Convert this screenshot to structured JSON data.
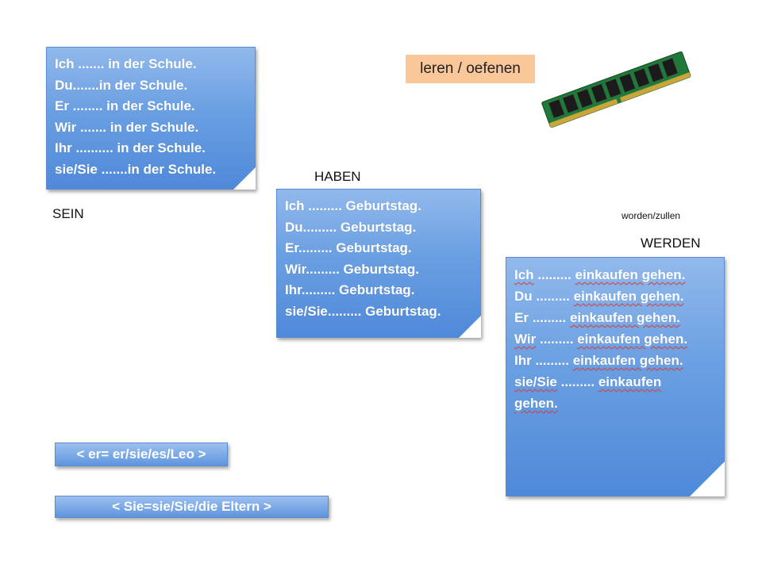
{
  "sein": {
    "heading": "SEIN",
    "lines": [
      "Ich ....... in der Schule.",
      "Du.......in der  Schule.",
      "Er ........ in der Schule.",
      "Wir ....... in der Schule.",
      "Ihr .......... in der Schule.",
      "sie/Sie .......in der Schule."
    ]
  },
  "haben": {
    "heading": "HABEN",
    "lines": [
      "Ich ......... Geburtstag.",
      "Du......... Geburtstag.",
      "Er......... Geburtstag.",
      "Wir......... Geburtstag.",
      "Ihr......... Geburtstag.",
      "sie/Sie......... Geburtstag."
    ]
  },
  "werden": {
    "heading": "WERDEN",
    "note": "worden/zullen",
    "lines": [
      {
        "subject": "Ich",
        "dots": " ......... ",
        "rest": "einkaufen gehen."
      },
      {
        "subject": "Du",
        "dots": " ......... ",
        "rest": "einkaufen gehen."
      },
      {
        "subject": "Er",
        "dots": " ......... ",
        "rest": "einkaufen gehen."
      },
      {
        "subject": "Wir",
        "dots": " ......... ",
        "rest": "einkaufen gehen."
      },
      {
        "subject": "Ihr",
        "dots": " ......... ",
        "rest": "einkaufen gehen."
      },
      {
        "subject": "sie/Sie",
        "dots": " ......... ",
        "rest": "einkaufen"
      },
      {
        "subject": "",
        "dots": "",
        "rest": "gehen."
      }
    ]
  },
  "translation_tag": "leren / oefenen",
  "memory_icon": "ram-module-icon",
  "bar_er": "< er= er/sie/es/Leo >",
  "bar_sie": "< Sie=sie/Sie/die Eltern >"
}
